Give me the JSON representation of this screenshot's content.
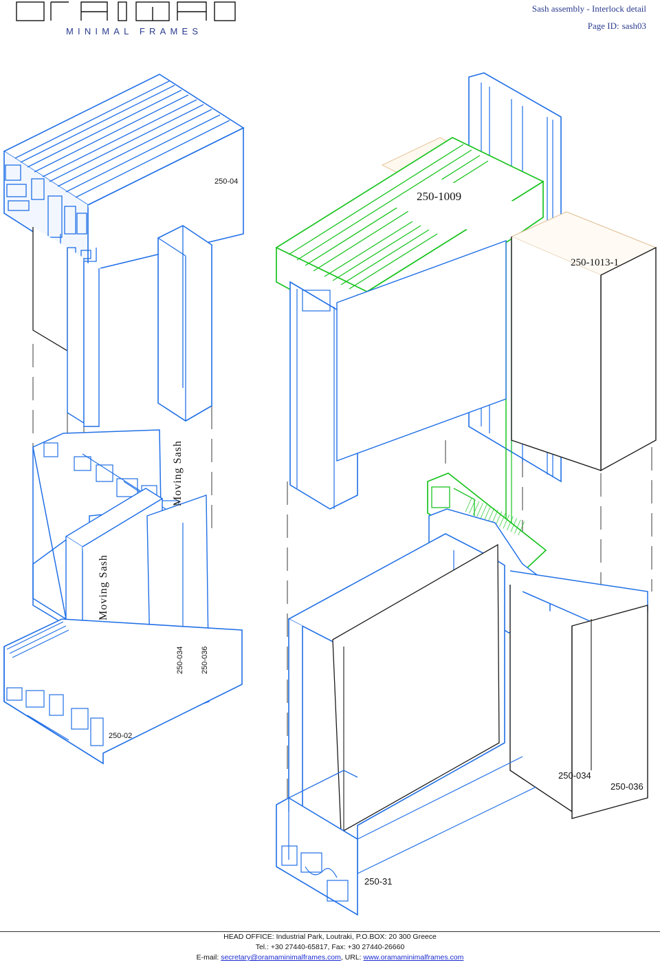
{
  "brand": {
    "logo_name": "orama",
    "tagline": "MINIMAL FRAMES"
  },
  "header": {
    "title": "Sash assembly - Interlock detail",
    "page_id_label": "Page ID:",
    "page_id": "sash03"
  },
  "drawing_labels": {
    "profile_top_left": "250-04",
    "profile_top_right": "250-1009",
    "profile_glass": "250-1013-1",
    "moving_sash_upper": "Moving Sash",
    "moving_sash_lower": "Moving Sash",
    "profile_a_left": "250-034",
    "profile_b_left": "250-036",
    "profile_bottom_left": "250-02",
    "profile_a_right": "250-034",
    "profile_b_right": "250-036",
    "profile_bottom_right": "250-31"
  },
  "footer": {
    "line1": "HEAD OFFICE:  Industrial Park, Loutraki, P.O.BOX: 20 300 Greece",
    "line2": "Tel.: +30 27440-65817, Fax: +30 27440-26660",
    "email_label": "E-mail:",
    "email": "secretary@oramaminimalframes.com",
    "url_label": ", URL:",
    "url": "www.oramaminimalframes.com"
  },
  "colors": {
    "profile_blue": "#1f6fe6",
    "highlight_green": "#19c41f",
    "outline": "#1a1a1a",
    "accent_navy": "#2a3b8f"
  }
}
